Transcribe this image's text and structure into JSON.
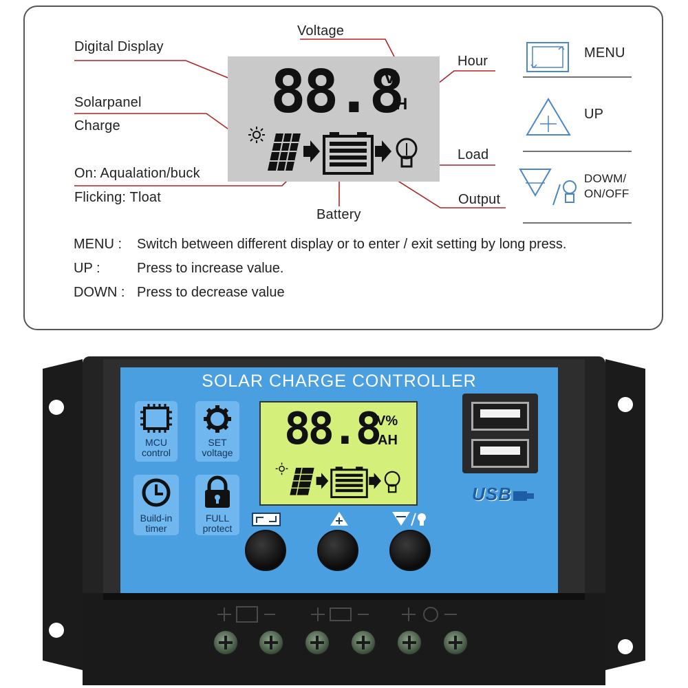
{
  "diagram": {
    "labels": {
      "voltage": "Voltage",
      "digital_display": "Digital Display",
      "hour": "Hour",
      "solarpanel": "Solarpanel",
      "charge": "Charge",
      "load": "Load",
      "on_equalization": "On: Aqualation/buck",
      "flicking": "Flicking: Tloat",
      "output": "Output",
      "battery": "Battery"
    },
    "lcd": {
      "digits": "88.8",
      "unit_top": "V",
      "unit_bottom": "H"
    },
    "buttons": {
      "menu": "MENU",
      "up": "UP",
      "down_line1": "DOWM/",
      "down_line2": "ON/OFF"
    },
    "instructions": [
      {
        "key": "MENU :",
        "text": "Switch between different display or to enter / exit setting by long press."
      },
      {
        "key": "UP :",
        "text": "Press to increase value."
      },
      {
        "key": "DOWN :",
        "text": "Press to decrease value"
      }
    ]
  },
  "device": {
    "title": "SOLAR CHARGE CONTROLLER",
    "features": [
      {
        "line1": "MCU",
        "line2": "control",
        "icon": "chip-icon"
      },
      {
        "line1": "SET",
        "line2": "voltage",
        "icon": "gear-icon"
      },
      {
        "line1": "Build-in",
        "line2": "timer",
        "icon": "clock-icon"
      },
      {
        "line1": "FULL",
        "line2": "protect",
        "icon": "lock-icon"
      }
    ],
    "lcd": {
      "digits": "88.8",
      "unit_top": "V%",
      "unit_bottom": "AH"
    },
    "usb_logo": "USB",
    "colors": {
      "face": "#4a9fe0",
      "body": "#1f1f1f",
      "lcd": "#d4f07a",
      "accent": "#b22222"
    }
  }
}
